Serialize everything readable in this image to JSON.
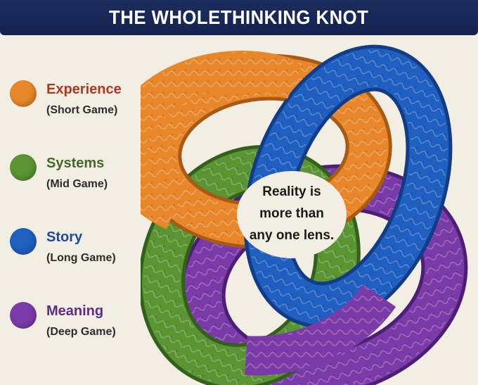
{
  "title": "THE WHOLETHINKING KNOT",
  "legend": [
    {
      "label": "Experience",
      "sub": "(Short Game)",
      "color": "#e8872a",
      "label_color": "#b03a1e"
    },
    {
      "label": "Systems",
      "sub": "(Mid Game)",
      "color": "#5a9433",
      "label_color": "#3f6b22"
    },
    {
      "label": "Story",
      "sub": "(Long Game)",
      "color": "#1f5fc0",
      "label_color": "#1b4aa0"
    },
    {
      "label": "Meaning",
      "sub": "(Deep Game)",
      "color": "#7a3ba8",
      "label_color": "#5e2b86"
    }
  ],
  "center_text": [
    "Reality is",
    "more than",
    "any one lens."
  ],
  "colors": {
    "banner": "#1c2c5e",
    "background": "#f3eee4",
    "orange": "#e8872a",
    "green": "#5a9433",
    "blue": "#1f5fc0",
    "purple": "#7a3ba8"
  }
}
